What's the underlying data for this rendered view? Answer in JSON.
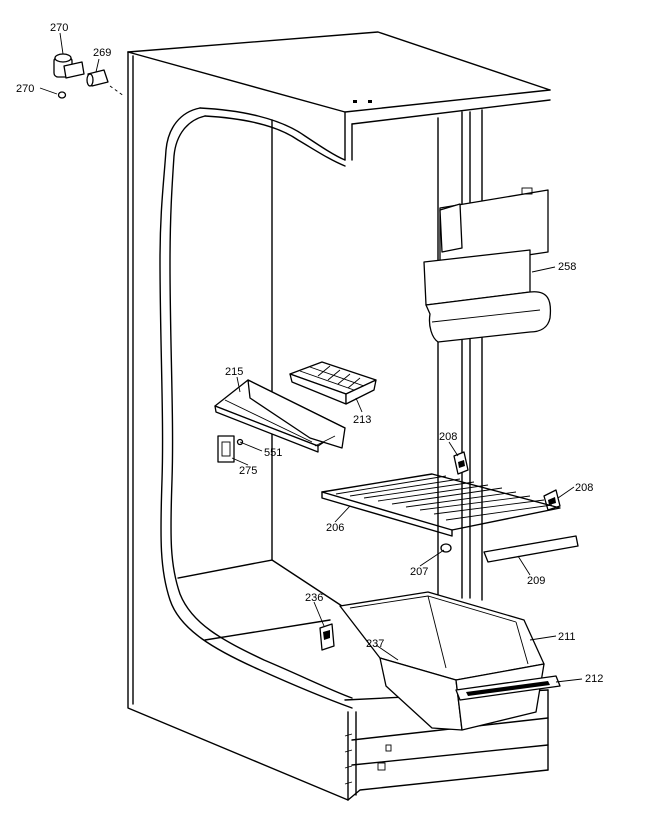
{
  "diagram": {
    "callouts": {
      "c270_top": "270",
      "c269": "269",
      "c270_left": "270",
      "c258": "258",
      "c215": "215",
      "c213": "213",
      "c551": "551",
      "c275": "275",
      "c208_a": "208",
      "c208_b": "208",
      "c206": "206",
      "c207": "207",
      "c209": "209",
      "c236": "236",
      "c237": "237",
      "c211": "211",
      "c212": "212"
    }
  }
}
